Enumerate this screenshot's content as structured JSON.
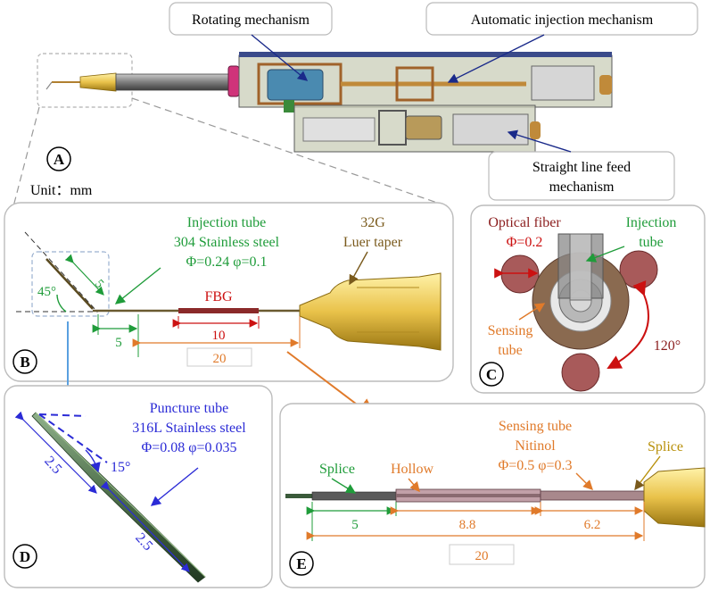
{
  "colors": {
    "green": "#1f9c3a",
    "orange": "#e07a2a",
    "blue": "#2b2bd6",
    "brown": "#7a5a1c",
    "red": "#cc1111",
    "darkred": "#8b1d1d",
    "steelblue": "#3b7fd0"
  },
  "panelA": {
    "badge": "A",
    "callout_rotating": "Rotating mechanism",
    "callout_injection": "Automatic injection mechanism",
    "callout_feed_line1": "Straight line feed",
    "callout_feed_line2": "mechanism",
    "unit_label": "Unit：mm"
  },
  "panelB": {
    "badge": "B",
    "injection_tube_line1": "Injection tube",
    "injection_tube_line2": "304 Stainless steel",
    "injection_tube_line3": "Φ=0.24 φ=0.1",
    "luer_line1": "32G",
    "luer_line2": "Luer taper",
    "fbg_label": "FBG",
    "angle_label": "45°",
    "tip_length": "5",
    "dim_5": "5",
    "dim_10": "10",
    "dim_20": "20"
  },
  "panelC": {
    "badge": "C",
    "optical_fiber": "Optical fiber",
    "optical_fiber_dia": "Φ=0.2",
    "injection_tube_line1": "Injection",
    "injection_tube_line2": "tube",
    "sensing_tube_line1": "Sensing",
    "sensing_tube_line2": "tube",
    "angle_label": "120°"
  },
  "panelD": {
    "badge": "D",
    "puncture_line1": "Puncture tube",
    "puncture_line2": "316L Stainless steel",
    "puncture_line3": "Φ=0.08 φ=0.035",
    "dim_upper": "2.5",
    "dim_lower": "2.5",
    "angle_label": "15°"
  },
  "panelE": {
    "badge": "E",
    "sensing_line1": "Sensing tube",
    "sensing_line2": "Nitinol",
    "sensing_line3": "Φ=0.5 φ=0.3",
    "splice_left": "Splice",
    "hollow": "Hollow",
    "splice_right": "Splice",
    "dim_5": "5",
    "dim_8_8": "8.8",
    "dim_6_2": "6.2",
    "dim_20": "20"
  }
}
